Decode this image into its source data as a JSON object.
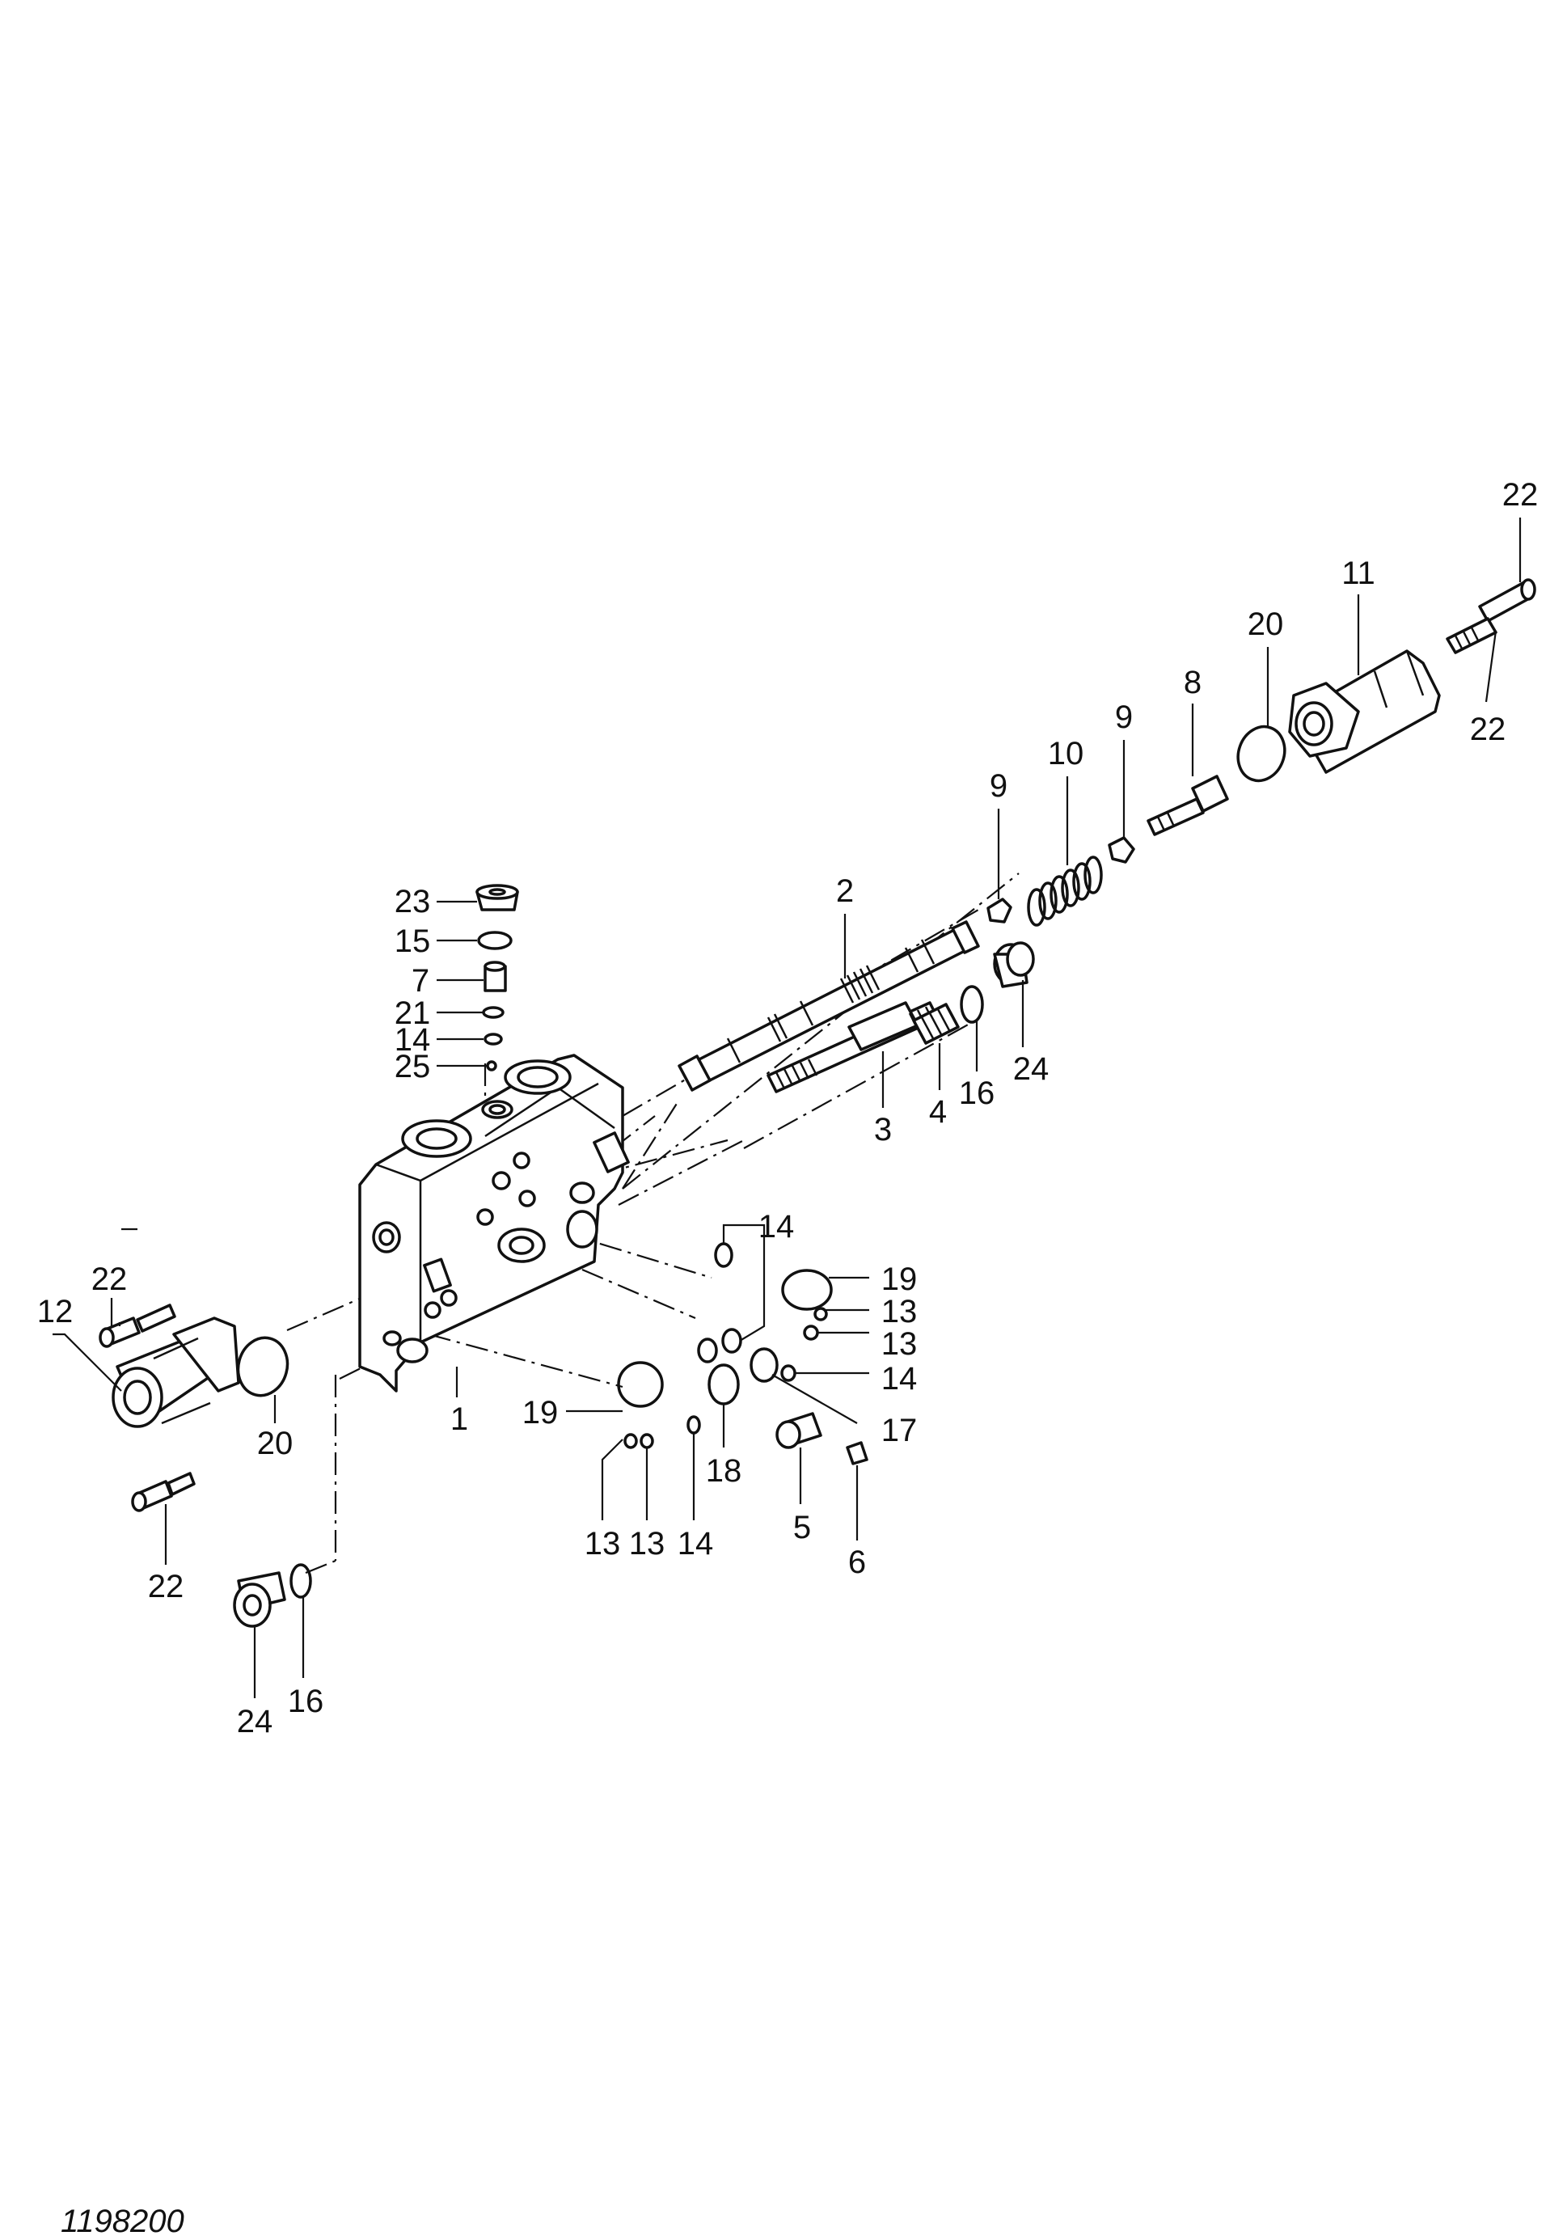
{
  "figure_number": "1198200",
  "callouts": [
    {
      "id": "c22a",
      "text": "22"
    },
    {
      "id": "c11",
      "text": "11"
    },
    {
      "id": "c20a",
      "text": "20"
    },
    {
      "id": "c22b",
      "text": "22"
    },
    {
      "id": "c8",
      "text": "8"
    },
    {
      "id": "c9a",
      "text": "9"
    },
    {
      "id": "c10",
      "text": "10"
    },
    {
      "id": "c9b",
      "text": "9"
    },
    {
      "id": "c2",
      "text": "2"
    },
    {
      "id": "c23",
      "text": "23"
    },
    {
      "id": "c15",
      "text": "15"
    },
    {
      "id": "c7",
      "text": "7"
    },
    {
      "id": "c21",
      "text": "21"
    },
    {
      "id": "c14a",
      "text": "14"
    },
    {
      "id": "c25",
      "text": "25"
    },
    {
      "id": "c24a",
      "text": "24"
    },
    {
      "id": "c16a",
      "text": "16"
    },
    {
      "id": "c4",
      "text": "4"
    },
    {
      "id": "c3",
      "text": "3"
    },
    {
      "id": "c14b",
      "text": "14"
    },
    {
      "id": "c19a",
      "text": "19"
    },
    {
      "id": "c13a",
      "text": "13"
    },
    {
      "id": "c13b",
      "text": "13"
    },
    {
      "id": "c14c",
      "text": "14"
    },
    {
      "id": "c17",
      "text": "17"
    },
    {
      "id": "c22c",
      "text": "22"
    },
    {
      "id": "c12",
      "text": "12"
    },
    {
      "id": "c20b",
      "text": "20"
    },
    {
      "id": "c1",
      "text": "1"
    },
    {
      "id": "c19b",
      "text": "19"
    },
    {
      "id": "c18",
      "text": "18"
    },
    {
      "id": "c13c",
      "text": "13"
    },
    {
      "id": "c13d",
      "text": "13"
    },
    {
      "id": "c14d",
      "text": "14"
    },
    {
      "id": "c5",
      "text": "5"
    },
    {
      "id": "c6",
      "text": "6"
    },
    {
      "id": "c22d",
      "text": "22"
    },
    {
      "id": "c24b",
      "text": "24"
    },
    {
      "id": "c16b",
      "text": "16"
    }
  ]
}
